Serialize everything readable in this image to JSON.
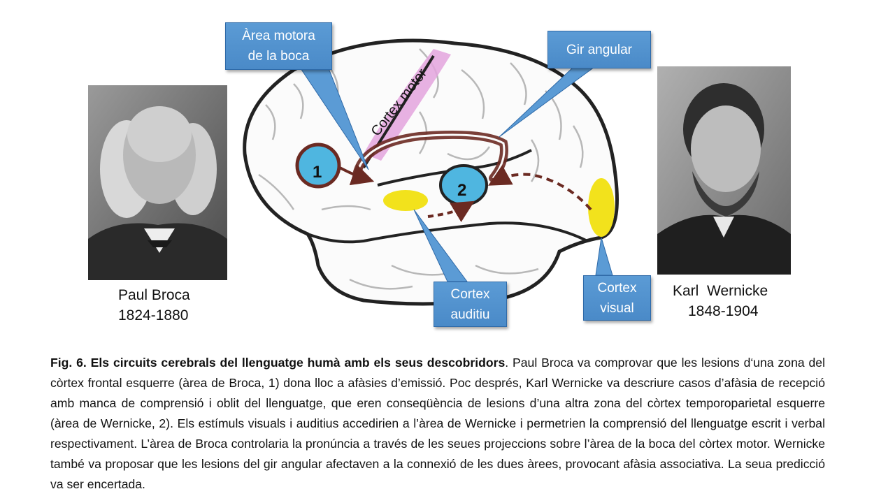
{
  "people": {
    "broca": {
      "name": "Paul Broca",
      "years": "1824-1880"
    },
    "wernicke": {
      "name": "Karl  Wernicke",
      "years": "1848-1904"
    }
  },
  "callouts": {
    "motor_line1": "Àrea motora",
    "motor_line2": "de la boca",
    "gir": "Gir angular",
    "auditiu_line1": "Cortex",
    "auditiu_line2": "auditiu",
    "visual_line1": "Cortex",
    "visual_line2": "visual"
  },
  "brain": {
    "motor_cortex_label": "Cortex motor",
    "area1_label": "1",
    "area2_label": "2"
  },
  "caption": {
    "title": "Fig. 6. Els circuits cerebrals del llenguatge humà amb els seus descobridors",
    "body": ". Paul Broca va comprovar que les lesions d‘una zona del còrtex frontal esquerre (àrea de Broca, 1) dona lloc a afàsies d’emissió. Poc després, Karl Wernicke va descriure casos d’afàsia de recepció amb manca de comprensió i oblit del llenguatge, que eren conseqüència de lesions d’una altra zona del còrtex temporoparietal esquerre (àrea de Wernicke, 2). Els estímuls visuals i auditius accedirien a l’àrea de Wernicke i permetrien la comprensió del llenguatge escrit i verbal respectivament. L’àrea de Broca controlaria la pronúncia a través de les seues projeccions sobre l’àrea de la boca del còrtex motor. Wernicke també va proposar que les lesions del gir angular afectaven a la connexió de les dues àrees, provocant afàsia associativa.  La seua predicció va ser encertada."
  },
  "colors": {
    "callout_blue": "#5b9bd5",
    "area_blue": "#4fb6e0",
    "sensory_yellow": "#f2e21c",
    "motor_pink": "#e3a3dd",
    "pathway_brown": "#6b2a22"
  }
}
